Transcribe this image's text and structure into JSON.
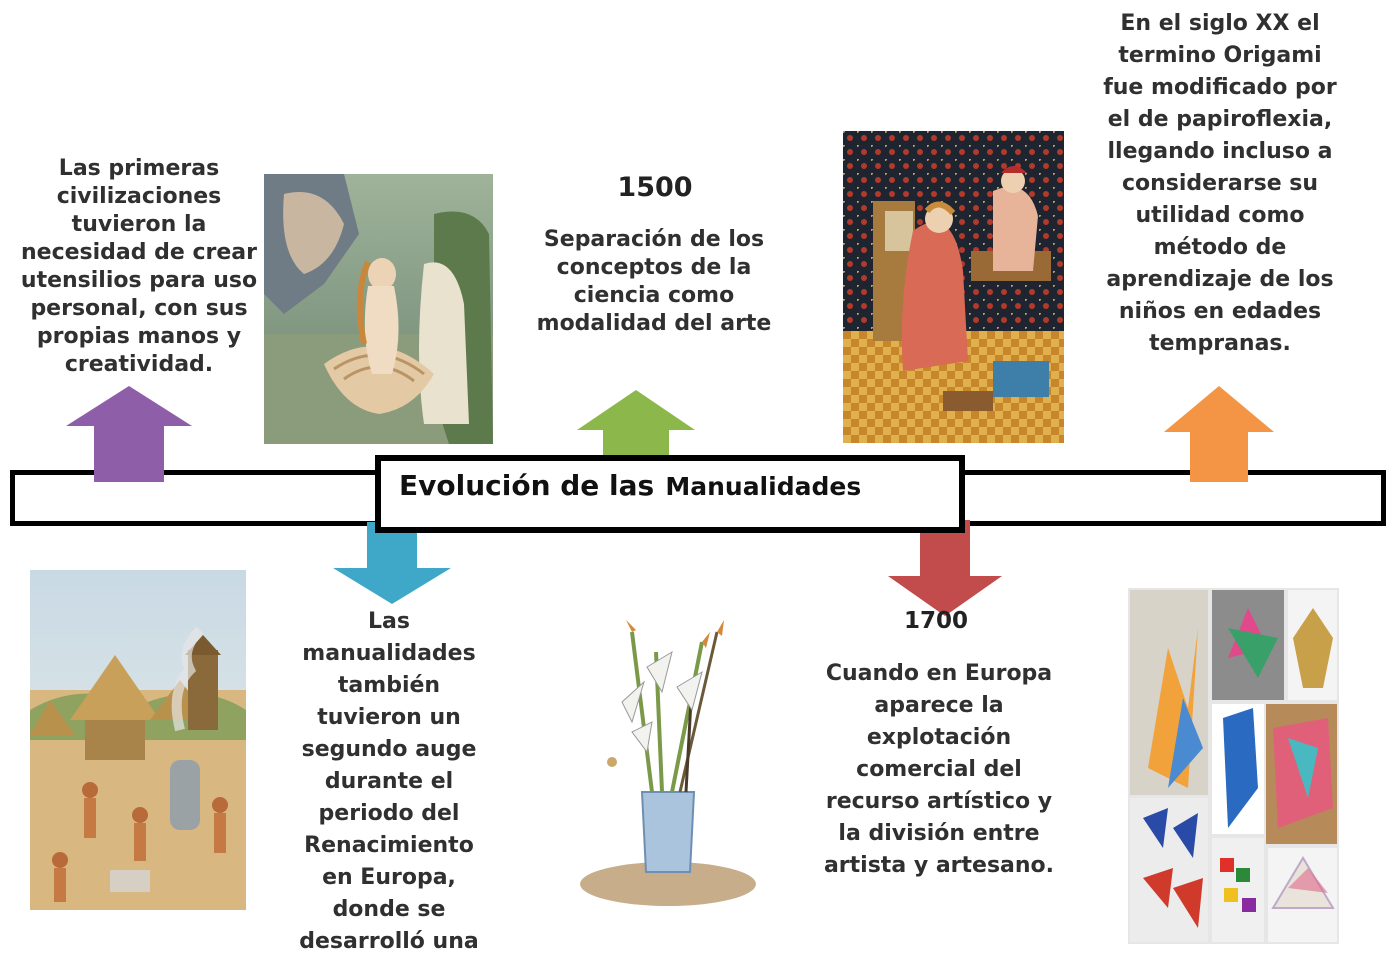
{
  "title": {
    "part1": "Evolución de las",
    "part2": "Manualidades"
  },
  "events": {
    "primeras": {
      "text": "Las primeras civilizaciones tuvieron la necesidad de crear utensilios para uso personal, con sus propias manos y creatividad.",
      "arrow_color": "#8e5ea8"
    },
    "renacimiento": {
      "text": "Las manualidades también tuvieron un segundo auge durante el periodo del Renacimiento en Europa, donde se desarrolló una",
      "arrow_color": "#3fa8c8"
    },
    "y1500": {
      "year": "1500",
      "text": "Separación de los conceptos de la ciencia como modalidad del arte",
      "arrow_color": "#8cb84b"
    },
    "y1700": {
      "year": "1700",
      "text": "Cuando en Europa aparece la explotación comercial del recurso artístico y la división entre artista y artesano.",
      "arrow_color": "#c24b4b"
    },
    "sigloxx": {
      "text": "En el siglo XX el termino Origami fue modificado por el de papiroflexia, llegando incluso a considerarse su utilidad como método de aprendizaje de los niños en edades tempranas.",
      "arrow_color": "#f39545"
    }
  },
  "images": {
    "venus": "botticelli-venus-painting",
    "painter": "medieval-painter-illustration",
    "village": "prehistoric-village-illustration",
    "vase": "vase-with-brushes-illustration",
    "origami": "origami-collage"
  }
}
